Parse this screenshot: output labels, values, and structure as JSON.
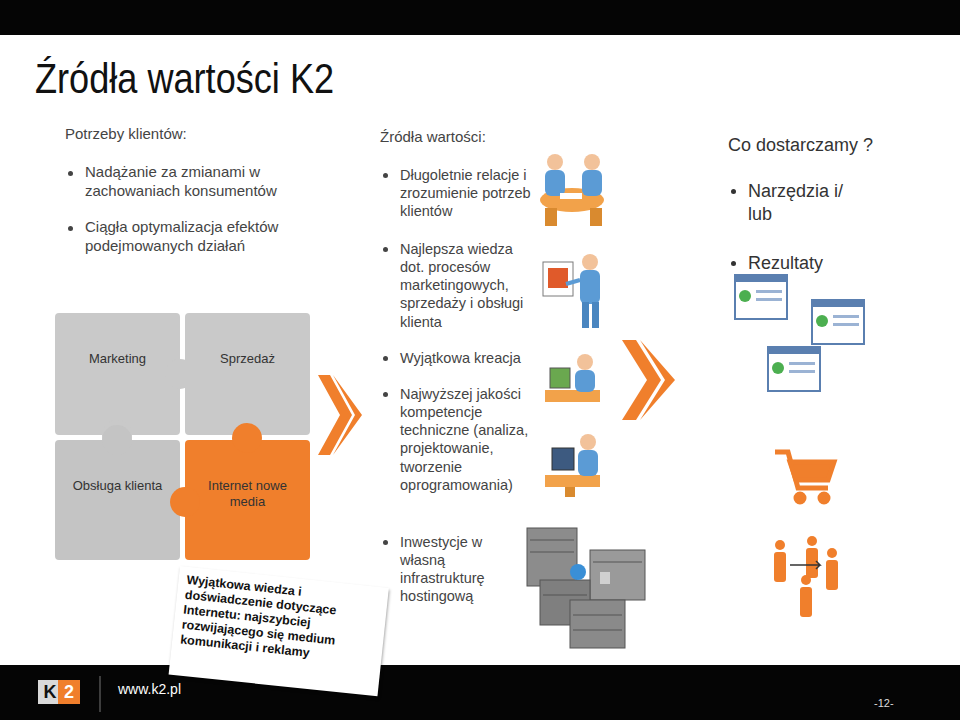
{
  "diagram": {
    "title": "Źródła wartości K2",
    "nodes": [
      {
        "text": [
          "Marketing"
        ]
      },
      {
        "text": [
          "Sprzedaż"
        ]
      },
      {
        "text": [
          "Obsługa klienta"
        ]
      },
      {
        "text": [
          "Internet nowe media"
        ]
      },
      {
        "text": [
          "Wyjątkowa wiedza i doświadczenie dotyczące Internetu: najszybciej rozwijającego się medium komunikacji i reklamy"
        ]
      }
    ],
    "labels": [
      "Potrzeby klientów:",
      "Nadążanie za zmianami w zachowaniach konsumentów",
      "Ciągła optymalizacja efektów podejmowanych działań",
      "Źródła wartości:",
      "Długoletnie relacje i zrozumienie potrzeb klientów",
      "Najlepsza wiedza dot. procesów marketingowych, sprzedaży i obsługi klienta",
      "Wyjątkowa kreacja",
      "Najwyższej jakości kompetencje techniczne (analiza, projektowanie, tworzenie oprogramowania)",
      "Inwestycje w własną infrastrukturę hostingową",
      "Co dostarczamy ?",
      "Narzędzia i/ lub",
      "Rezultaty",
      "K",
      "2",
      "www.k2.pl",
      "-12-"
    ]
  }
}
